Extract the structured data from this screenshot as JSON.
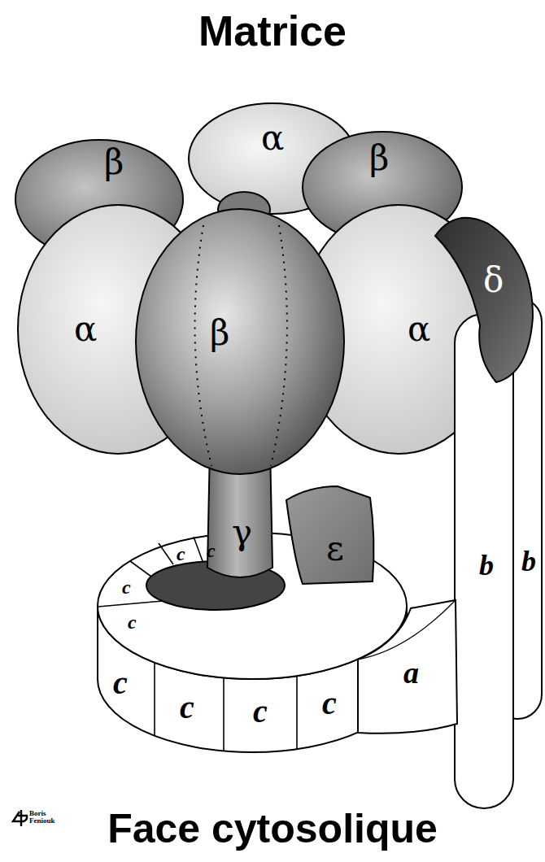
{
  "diagram": {
    "title": "Matrice",
    "caption": "Face cytosolique",
    "nodes": [
      {
        "text": [
          "β"
        ]
      },
      {
        "text": [
          "α"
        ]
      },
      {
        "text": [
          "β"
        ]
      },
      {
        "text": [
          "α"
        ]
      },
      {
        "text": [
          "β"
        ]
      },
      {
        "text": [
          "α"
        ]
      },
      {
        "text": [
          "δ"
        ]
      },
      {
        "text": [
          "b"
        ]
      },
      {
        "text": [
          "b"
        ]
      },
      {
        "text": [
          "γ"
        ]
      },
      {
        "text": [
          "ε"
        ]
      },
      {
        "text": [
          "c"
        ]
      },
      {
        "text": [
          "c"
        ]
      },
      {
        "text": [
          "c"
        ]
      },
      {
        "text": [
          "c"
        ]
      },
      {
        "text": [
          "c"
        ]
      },
      {
        "text": [
          "c"
        ]
      },
      {
        "text": [
          "c"
        ]
      },
      {
        "text": [
          "c"
        ]
      },
      {
        "text": [
          "a"
        ]
      }
    ],
    "labels": [
      "Boris Feniouk"
    ]
  }
}
